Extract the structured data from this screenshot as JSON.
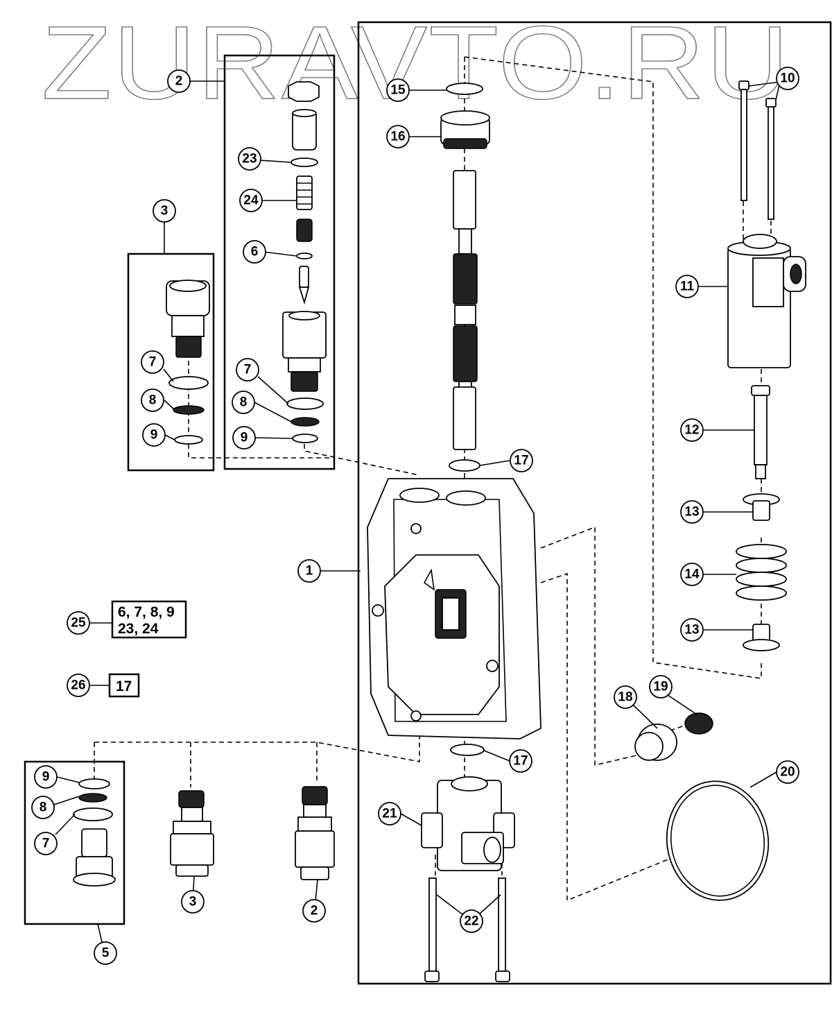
{
  "watermark": "ZURAVTO.RU",
  "diagram_title": "Valve section exploded parts view",
  "callouts": {
    "c1": "1",
    "c2_top": "2",
    "c2_bottom": "2",
    "c3_top": "3",
    "c3_bottom": "3",
    "c5": "5",
    "c6": "6",
    "c7_a": "7",
    "c7_b": "7",
    "c7_c": "7",
    "c8_a": "8",
    "c8_b": "8",
    "c8_c": "8",
    "c9_a": "9",
    "c9_b": "9",
    "c9_c": "9",
    "c10": "10",
    "c11": "11",
    "c12": "12",
    "c13_a": "13",
    "c13_b": "13",
    "c14": "14",
    "c15": "15",
    "c16": "16",
    "c17_a": "17",
    "c17_b": "17",
    "c18": "18",
    "c19": "19",
    "c20": "20",
    "c21": "21",
    "c22": "22",
    "c23": "23",
    "c24": "24",
    "c25": "25",
    "c26": "26"
  },
  "kits": {
    "kit25": {
      "line1": "6, 7, 8, 9",
      "line2": "23, 24"
    },
    "kit26": {
      "line1": "17"
    }
  }
}
